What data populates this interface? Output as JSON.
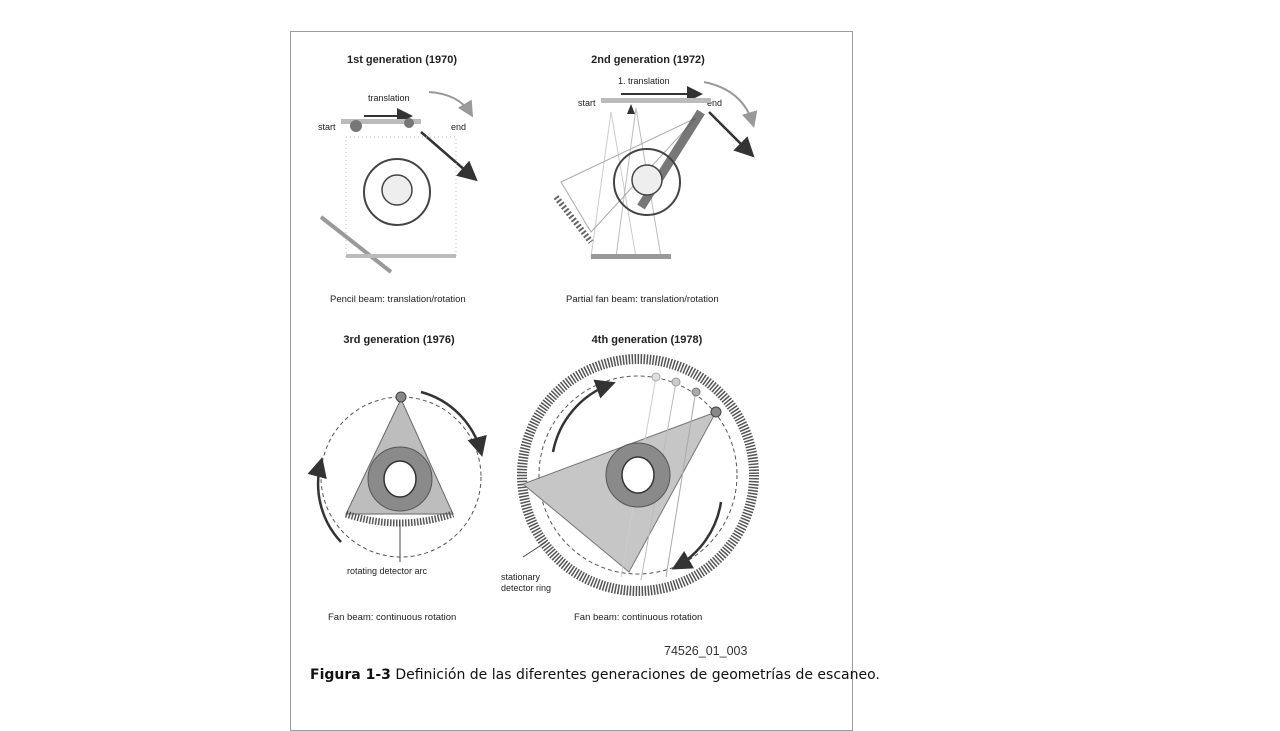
{
  "panels": [
    {
      "title": "1st generation (1970)",
      "subtitle": "Pencil beam: translation/rotation",
      "labels": {
        "motion": "translation",
        "start": "start",
        "end": "end"
      }
    },
    {
      "title": "2nd generation (1972)",
      "subtitle": "Partial fan beam: translation/rotation",
      "labels": {
        "motion": "1. translation",
        "start": "start",
        "end": "end"
      }
    },
    {
      "title": "3rd generation (1976)",
      "subtitle": "Fan beam: continuous rotation",
      "labels": {
        "detector": "rotating detector arc"
      }
    },
    {
      "title": "4th generation (1978)",
      "subtitle": "Fan beam: continuous rotation",
      "labels": {
        "detector_line1": "stationary",
        "detector_line2": "detector ring"
      }
    }
  ],
  "figure_code": "74526_01_003",
  "caption": {
    "prefix": "Figura 1-3",
    "text": " Definición de las diferentes generaciones de geometrías de escaneo."
  },
  "colors": {
    "frame": "#9a9aa8",
    "ink": "#222222",
    "beam": "#b5b5b5",
    "head_disc": "#8a8a8a"
  }
}
